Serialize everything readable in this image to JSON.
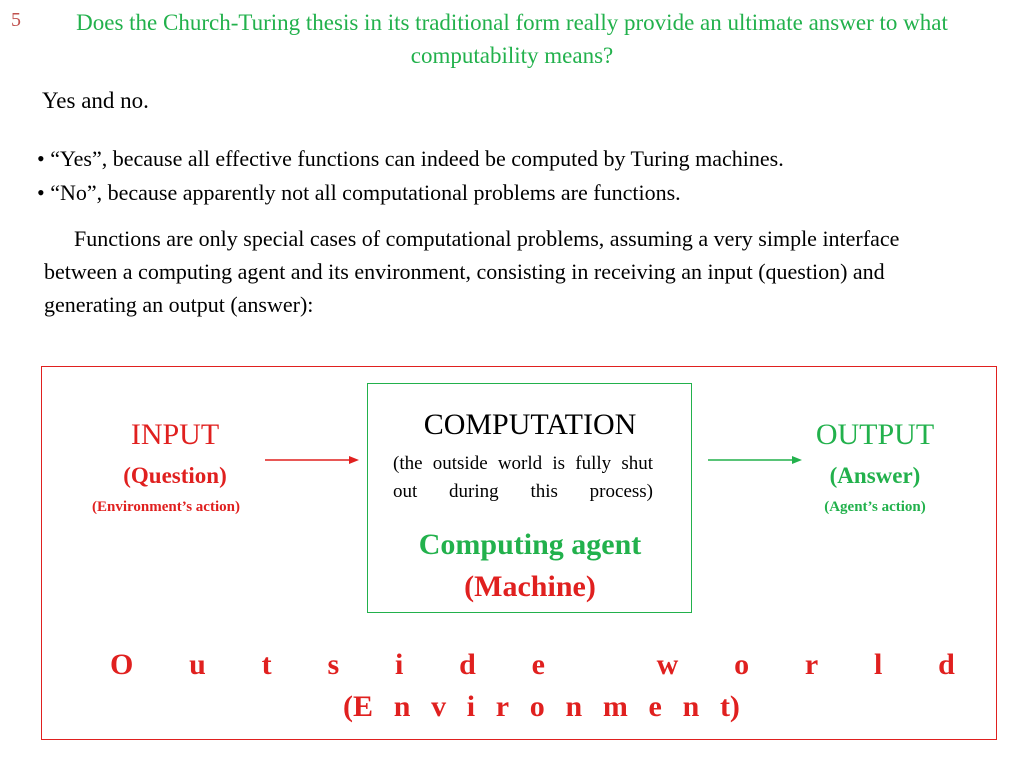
{
  "slide": {
    "number": "5",
    "title": "Does the Church-Turing thesis in its traditional form really provide an ultimate answer to what computability means?",
    "intro": "Yes and no.",
    "bullets": [
      "• “Yes”, because all effective functions can indeed  be computed by Turing machines.",
      "• “No”, because apparently not all computational problems are functions."
    ],
    "paragraph": "Functions are only special cases of computational problems, assuming a very simple interface between a computing agent and its environment, consisting in receiving an input (question) and generating an output (answer):"
  },
  "diagram": {
    "input": {
      "title": "INPUT",
      "subtitle": "(Question)",
      "note": "(Environment’s action)"
    },
    "computation": {
      "title": "COMPUTATION",
      "note": "(the outside world is fully shut out during this process)",
      "agent_line1": "Computing agent",
      "agent_line2": "(Machine)"
    },
    "output": {
      "title": "OUTPUT",
      "subtitle": "(Answer)",
      "note": "(Agent’s action)"
    },
    "outside_world_letters": [
      "O",
      "u",
      "t",
      "s",
      "i",
      "d",
      "e",
      "",
      "w",
      "o",
      "r",
      "l",
      "d"
    ],
    "environment_letters": [
      "(E",
      "n",
      "v",
      "i",
      "r",
      "o",
      "n",
      "m",
      "e",
      "n",
      "t)"
    ],
    "colors": {
      "title_green": "#22b14c",
      "red": "#e0201f",
      "slide_number": "#c0504d"
    }
  }
}
